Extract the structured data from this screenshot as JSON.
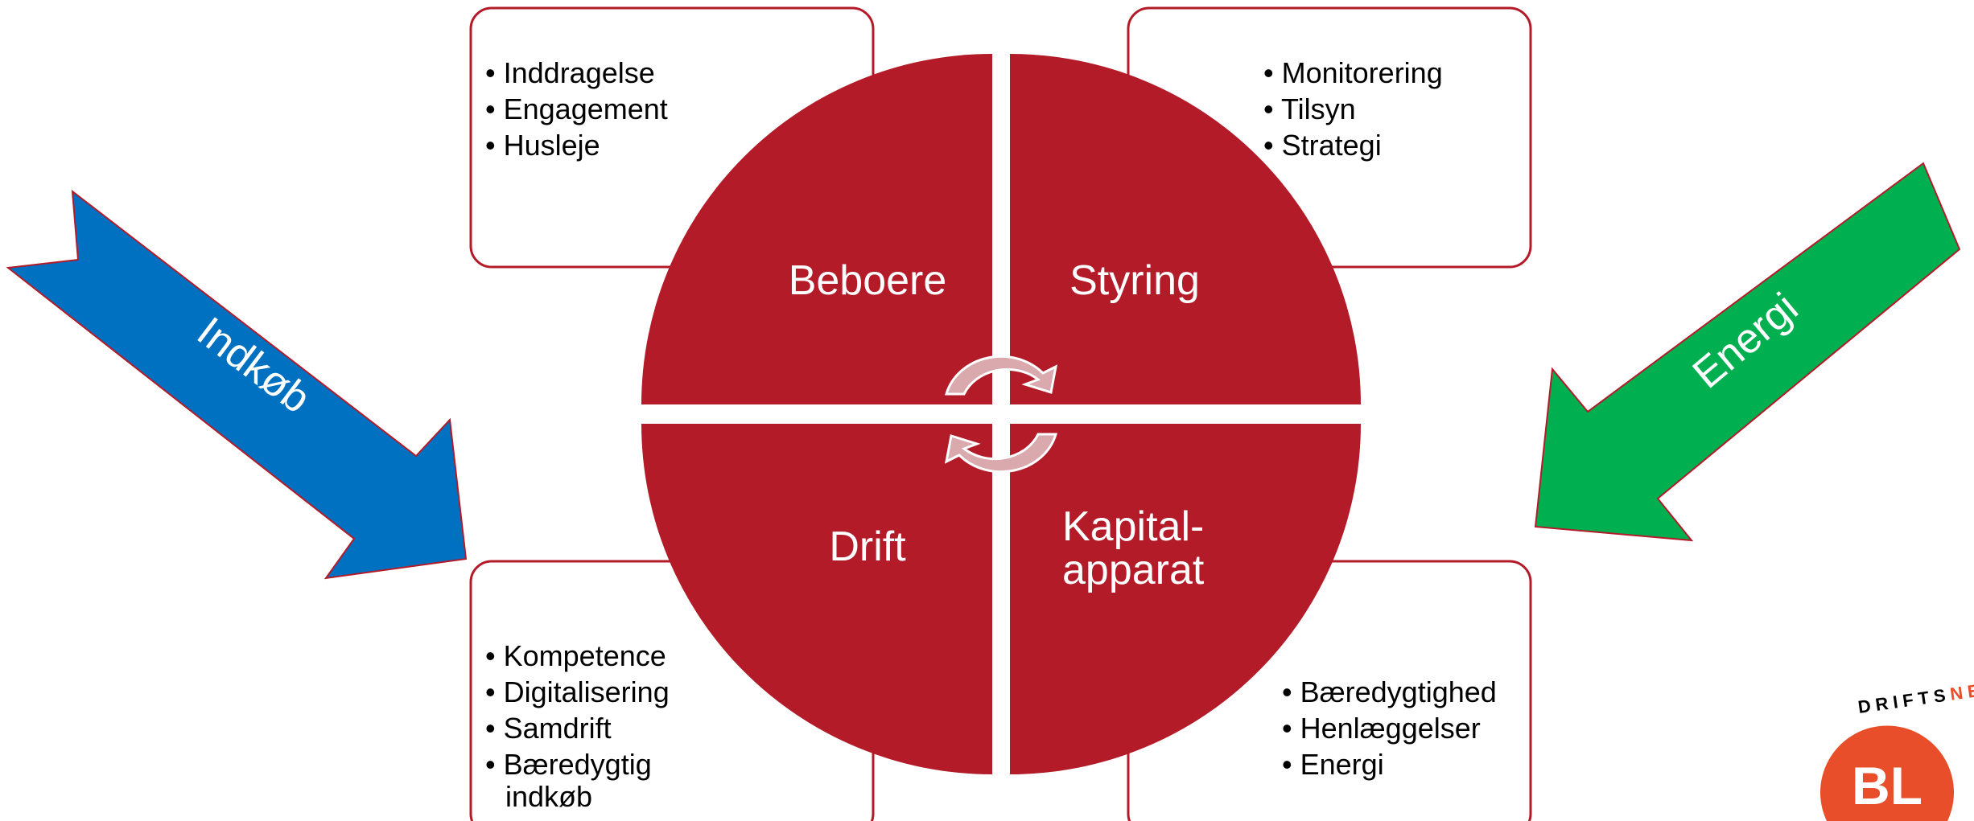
{
  "colors": {
    "circle": "#b31b29",
    "box_border": "#b31b29",
    "indkob_arrow": "#0070c0",
    "energi_arrow": "#00b050",
    "cycle_arrow": "#d9a9ad",
    "logo_orange": "#e84e2a"
  },
  "quadrants": {
    "top_left": "Beboere",
    "top_right": "Styring",
    "bottom_left": "Drift",
    "bottom_right_line1": "Kapital-",
    "bottom_right_line2": "apparat"
  },
  "boxes": {
    "top_left": [
      "Inddragelse",
      "Engagement",
      "Husleje"
    ],
    "top_right": [
      "Monitorering",
      "Tilsyn",
      "Strategi"
    ],
    "bottom_left": [
      "Kompetence",
      "Digitalisering",
      "Samdrift",
      "Bæredygtig",
      "indkøb"
    ],
    "bottom_right": [
      "Bæredygtighed",
      "Henlæggelser",
      "Energi"
    ]
  },
  "bullet_char": "•",
  "arrows": {
    "left": "Indkøb",
    "right": "Energi"
  },
  "logo": {
    "text_top": "DRIFTS",
    "text_accent": "NET",
    "mark": "BL"
  }
}
